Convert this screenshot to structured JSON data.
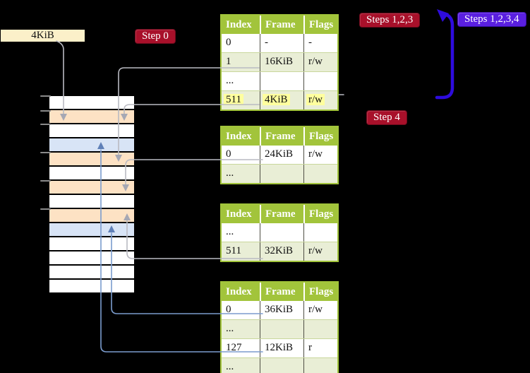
{
  "page_size_label": "4KiB",
  "step_labels": {
    "step0": "Step 0",
    "steps123": "Steps 1,2,3",
    "steps1234": "Steps 1,2,3,4",
    "step4": "Step 4"
  },
  "colors": {
    "background": "#000000",
    "table_header_bg": "#a2c43b",
    "table_border": "#a2c43b",
    "table_row_bg": "#ffffff",
    "table_row_alt_bg": "#e9eed6",
    "highlight": "#ffff9e",
    "badge_red_bg": "#a8102a",
    "badge_blue_bg": "#5a1fe0",
    "cream_box_bg": "#fbf0c9",
    "mem_white": "#ffffff",
    "mem_orange": "#fde2c4",
    "mem_blue": "#d8e4f6",
    "gray_line": "#b9bac2",
    "gray_arrow": "#a6a8b4",
    "blue_line": "#7b9cce",
    "big_arrow": "#2e0cdd",
    "tick": "#8a8a8a"
  },
  "memory_column": {
    "rows": [
      "white",
      "orange",
      "white",
      "blue",
      "orange",
      "white",
      "orange",
      "white",
      "orange",
      "blue",
      "white",
      "white",
      "white",
      "white"
    ]
  },
  "tables": [
    {
      "name": "page-table-level-1",
      "headers": [
        "Index",
        "Frame",
        "Flags"
      ],
      "rows": [
        {
          "cells": [
            "0",
            "-",
            "-"
          ],
          "alt": false,
          "highlight": false
        },
        {
          "cells": [
            "1",
            "16KiB",
            "r/w"
          ],
          "alt": true,
          "highlight": false
        },
        {
          "cells": [
            "...",
            "",
            ""
          ],
          "alt": false,
          "highlight": false
        },
        {
          "cells": [
            "511",
            "4KiB",
            "r/w"
          ],
          "alt": true,
          "highlight": true
        }
      ]
    },
    {
      "name": "page-table-level-2",
      "headers": [
        "Index",
        "Frame",
        "Flags"
      ],
      "rows": [
        {
          "cells": [
            "0",
            "24KiB",
            "r/w"
          ],
          "alt": false,
          "highlight": false
        },
        {
          "cells": [
            "...",
            "",
            ""
          ],
          "alt": true,
          "highlight": false
        }
      ]
    },
    {
      "name": "page-table-level-3",
      "headers": [
        "Index",
        "Frame",
        "Flags"
      ],
      "rows": [
        {
          "cells": [
            "...",
            "",
            ""
          ],
          "alt": false,
          "highlight": false
        },
        {
          "cells": [
            "511",
            "32KiB",
            "r/w"
          ],
          "alt": true,
          "highlight": false
        }
      ]
    },
    {
      "name": "page-table-level-4",
      "headers": [
        "Index",
        "Frame",
        "Flags"
      ],
      "rows": [
        {
          "cells": [
            "0",
            "36KiB",
            "r/w"
          ],
          "alt": false,
          "highlight": false
        },
        {
          "cells": [
            "...",
            "",
            ""
          ],
          "alt": true,
          "highlight": false
        },
        {
          "cells": [
            "127",
            "12KiB",
            "r"
          ],
          "alt": false,
          "highlight": false
        },
        {
          "cells": [
            "...",
            "",
            ""
          ],
          "alt": true,
          "highlight": false
        }
      ]
    }
  ]
}
